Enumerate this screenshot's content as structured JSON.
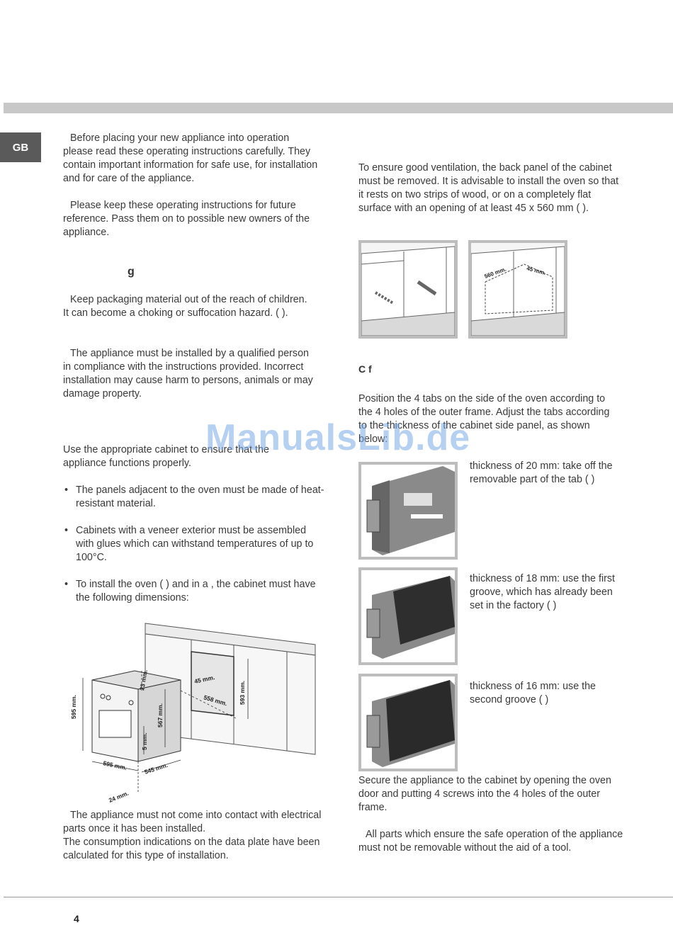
{
  "side_tab": "GB",
  "page_number": "4",
  "watermark": "ManualsLib.de",
  "left": {
    "intro_1": "Before placing your new appliance into operation please read these operating instructions carefully. They contain important information for safe use, for installation and for care of the appliance.",
    "intro_2": "Please keep these operating instructions for future reference. Pass them on to possible new owners of the appliance.",
    "heading_1": "g",
    "packaging": "Keep packaging material out of the reach of children. It can become a choking or suffocation hazard. (                                   ).",
    "installer": "The appliance must be installed by a qualified person in compliance with the instructions provided. Incorrect installation may cause harm to persons, animals or may damage property.",
    "cabinet_intro": "Use the appropriate cabinet to ensure that the appliance functions properly.",
    "bullets": [
      "The panels adjacent to the oven must be made of heat-resistant material.",
      "Cabinets with a veneer exterior must be assembled with glues which can withstand temperatures of up to 100°C.",
      "To install the oven                              (                ) and in a                    , the cabinet must have the following dimensions:"
    ],
    "contact": "The appliance must not come into contact with electrical parts once it has been installed.",
    "consumption": "The consumption indications on the data plate have been calculated for this type of installation."
  },
  "diagram": {
    "labels": [
      "595 mm.",
      "23 mm.",
      "567 mm.",
      "5 mm.",
      "595 mm.",
      "545 mm.",
      "24 mm.",
      "45 mm.",
      "558 mm.",
      "593 mm."
    ]
  },
  "right": {
    "ventilation": "To ensure good ventilation, the back panel of the cabinet must be removed. It is advisable to install the oven so that it rests on two strips of wood, or on a completely flat surface with an opening of at least 45 x 560 mm (                   ).",
    "vent_labels": [
      "560 mm.",
      "45 mm."
    ],
    "subheading": "C                 f",
    "tabs_intro": "Position the 4 tabs on the side of the oven according to the 4 holes of the outer frame. Adjust the tabs according to the thickness of the cabinet side panel, as shown below:",
    "tab_1": "thickness of 20 mm: take off the removable part of the tab (                  )",
    "tab_2": "thickness of 18 mm: use the first groove, which has already been set in the factory (               )",
    "tab_3": "thickness of 16 mm: use the second groove (                  )",
    "secure": "Secure the appliance to the cabinet by opening the oven door and putting 4 screws into the 4 holes of the outer frame.",
    "safety": "All parts which ensure the safe operation of the appliance must not be removable without the aid of a tool."
  }
}
